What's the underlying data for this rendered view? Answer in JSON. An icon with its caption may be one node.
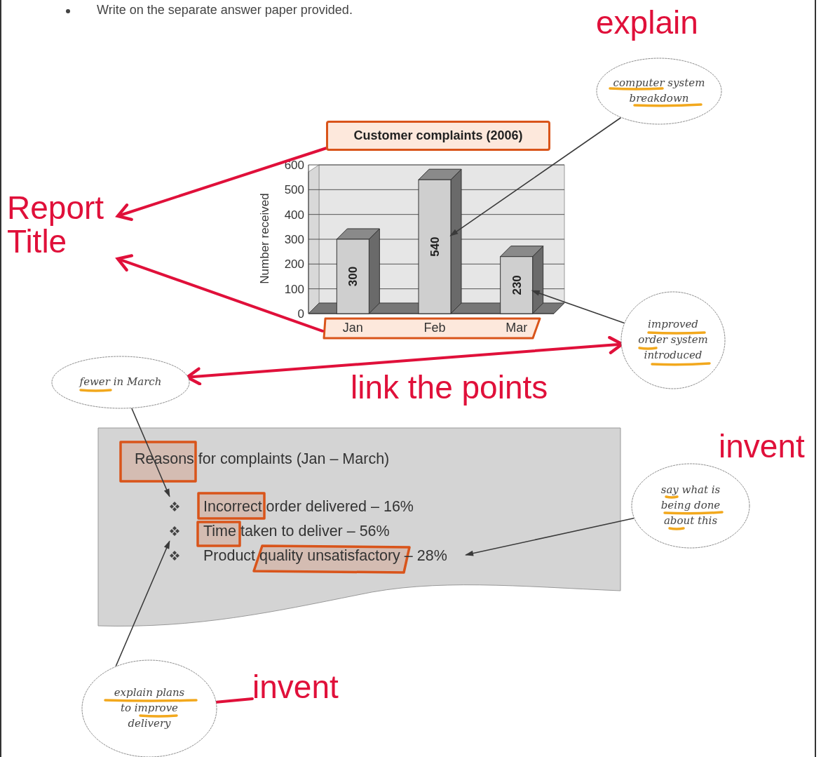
{
  "diagram": {
    "nodes": [
      {
        "text": [
          "Report Title"
        ]
      },
      {
        "text": [
          "computer system breakdown"
        ]
      },
      {
        "text": [
          "Customer complaints (2006)"
        ]
      },
      {
        "text": [],
        "shape": "box"
      },
      {
        "text": [
          "improved order system introduced"
        ]
      },
      {
        "text": [
          "fewer in March"
        ]
      },
      {
        "text": [
          "Reasons for complaints (Jan – March)"
        ]
      },
      {
        "text": [
          "Incorrect order delivered – 16%"
        ],
        "in": 6
      },
      {
        "text": [
          "Time taken to deliver – 56%"
        ],
        "in": 6
      },
      {
        "text": [
          "Product quality unsatisfactory – 28%"
        ],
        "in": 6
      },
      {
        "text": [
          "say what is being done about this"
        ]
      },
      {
        "text": [
          "explain plans to improve delivery"
        ]
      },
      {
        "text": [
          "invent"
        ]
      },
      {
        "text": [],
        "shape": "bar"
      },
      {
        "text": [],
        "shape": "bar"
      }
    ],
    "edges": [
      {
        "from": 2,
        "to": 0,
        "arrow": "to",
        "style": "thick",
        "color": "#e0103a"
      },
      {
        "from": 3,
        "to": 0,
        "arrow": "to",
        "style": "thick",
        "color": "#e0103a"
      },
      {
        "from": 1,
        "to": 13,
        "arrow": "to"
      },
      {
        "from": 4,
        "to": 14,
        "arrow": "to"
      },
      {
        "from": 5,
        "to": 4,
        "arrow": "both",
        "style": "thick",
        "color": "#e0103a"
      },
      {
        "from": 5,
        "to": 7,
        "arrow": "to"
      },
      {
        "from": 11,
        "to": 8,
        "arrow": "to"
      },
      {
        "from": 10,
        "to": 9,
        "arrow": "to"
      },
      {
        "from": 12,
        "to": 11,
        "arrow": "none",
        "style": "thick",
        "color": "#e0103a"
      }
    ],
    "labels": [
      "Write on the separate answer paper provided.",
      "explain",
      "link the points",
      "invent"
    ],
    "chart_data": {
      "type": "bar",
      "ylabel": "Number received",
      "categories": [
        "Jan",
        "Feb",
        "Mar"
      ],
      "series": [
        {
          "color": "#cfcfcf",
          "values": [
            300,
            540,
            230
          ]
        }
      ],
      "ylim": [
        0,
        600
      ],
      "yticks": [
        0,
        100,
        200,
        300,
        400,
        500,
        600
      ],
      "data_labels": true
    }
  }
}
